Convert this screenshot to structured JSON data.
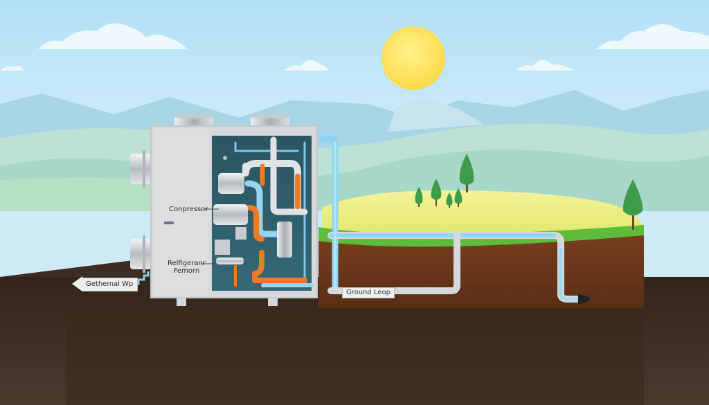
{
  "title": "Geothermal heat pump system illustration",
  "labels": {
    "compressor": "Conpressor",
    "refrigerant_line1": "Relfigeranr",
    "refrigerant_line2": "Femorn",
    "geothermal": "Gethemal Wp",
    "ground_loop": "Ground Leop"
  },
  "colors": {
    "sky_top": "#b9e3f6",
    "sky_bottom": "#e6f5fb",
    "sun": "#fde568",
    "mountain": "#a9d6e6",
    "hill_green": "#bfe3cf",
    "meadow": "#eef08a",
    "grass": "#5fbf3a",
    "soil": "#6b3a1f",
    "ground_dark": "#3a2a1e",
    "unit_body": "#d6d8da",
    "unit_panel": "#2f5a66",
    "pipe_blue": "#8fd4f2",
    "pipe_orange": "#ee7b22",
    "pipe_silver": "#d9dcdf",
    "tree": "#3a9a47"
  }
}
